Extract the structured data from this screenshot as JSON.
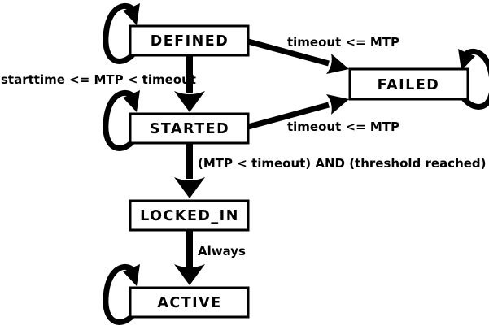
{
  "diagram": {
    "type": "state-machine",
    "colors": {
      "background": "#ffffff",
      "stroke": "#000000",
      "node_fill": "#ffffff",
      "text": "#000000"
    },
    "states": {
      "defined": {
        "label": "DEFINED"
      },
      "started": {
        "label": "STARTED"
      },
      "failed": {
        "label": "FAILED"
      },
      "locked_in": {
        "label": "LOCKED_IN"
      },
      "active": {
        "label": "ACTIVE"
      }
    },
    "transitions": {
      "defined_to_failed": {
        "label": "timeout <= MTP"
      },
      "started_to_failed": {
        "label": "timeout <= MTP"
      },
      "defined_to_started": {
        "label": "starttime <= MTP < timeout"
      },
      "started_to_locked_in": {
        "label": "(MTP < timeout) AND (threshold reached)"
      },
      "locked_in_to_active": {
        "label": "Always"
      },
      "defined_self": {
        "label": ""
      },
      "started_self": {
        "label": ""
      },
      "failed_self": {
        "label": ""
      },
      "active_self": {
        "label": ""
      }
    }
  }
}
